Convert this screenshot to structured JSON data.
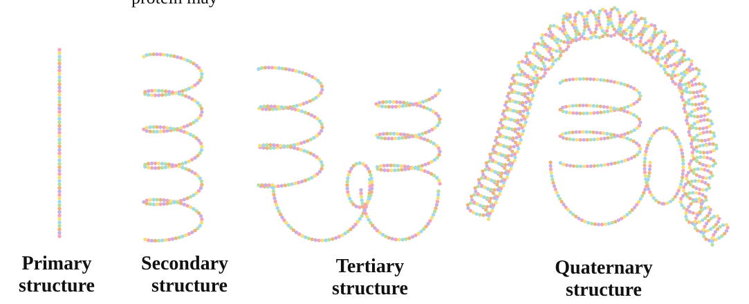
{
  "top_fragment": "protein may",
  "palette": [
    "#f6a6b6",
    "#f7e07a",
    "#9fd9f2",
    "#b6e0a0",
    "#f2b37a",
    "#c6b0e8"
  ],
  "structures": [
    {
      "id": "primary",
      "line1": "Primary",
      "line2": "structure"
    },
    {
      "id": "secondary",
      "line1": "Secondary",
      "line2": "structure"
    },
    {
      "id": "tertiary",
      "line1": "Tertiary",
      "line2": "structure"
    },
    {
      "id": "quaternary",
      "line1": "Quaternary",
      "line2": "structure"
    }
  ]
}
